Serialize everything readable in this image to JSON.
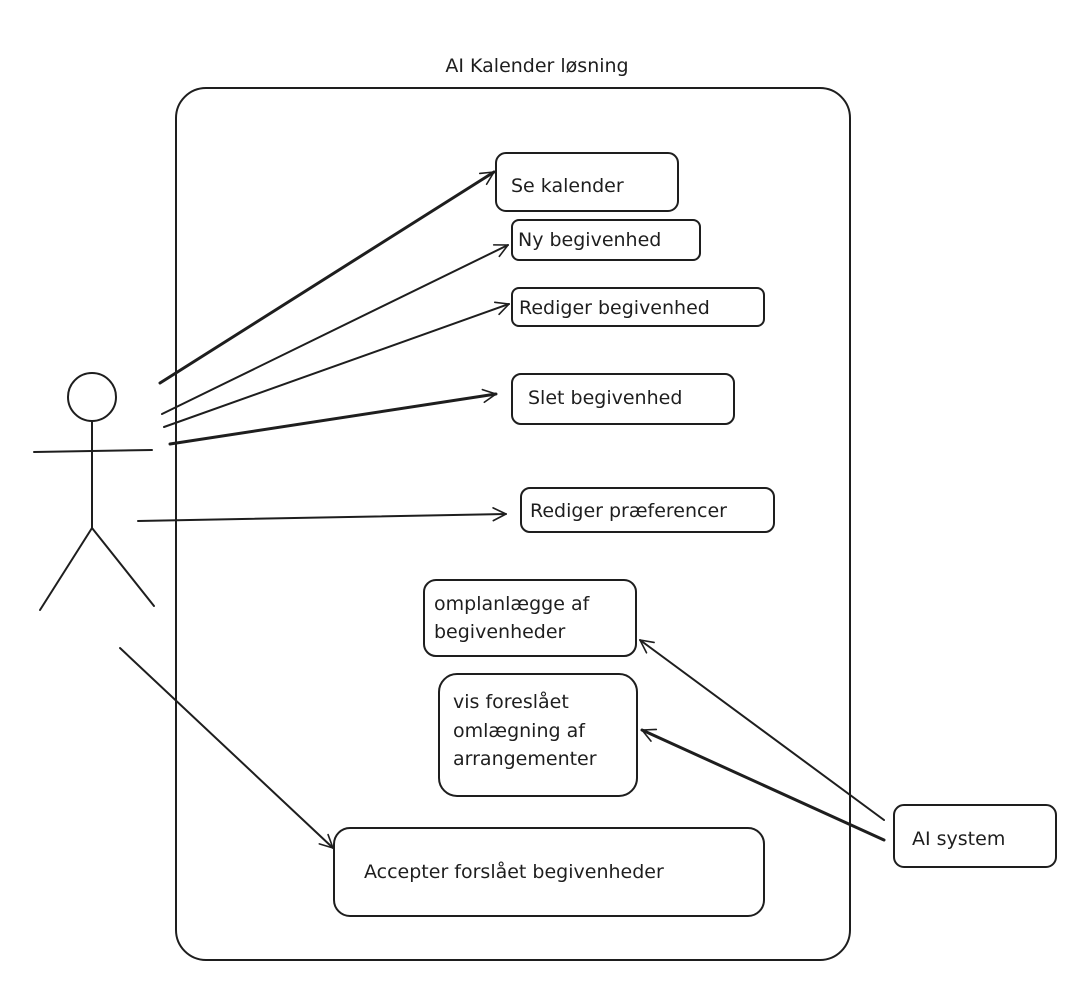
{
  "diagram": {
    "title": "AI Kalender løsning",
    "use_cases": [
      {
        "id": "se_kalender",
        "lines": [
          "Se kalender"
        ]
      },
      {
        "id": "ny_begivenhed",
        "lines": [
          "Ny begivenhed"
        ]
      },
      {
        "id": "rediger_begivenhed",
        "lines": [
          "Rediger begivenhed"
        ]
      },
      {
        "id": "slet_begivenhed",
        "lines": [
          "Slet begivenhed"
        ]
      },
      {
        "id": "rediger_praeferencer",
        "lines": [
          "Rediger præferencer"
        ]
      },
      {
        "id": "omplanlaegge",
        "lines": [
          "omplanlægge af",
          "begivenheder"
        ]
      },
      {
        "id": "vis_foreslaaet",
        "lines": [
          "vis foreslået",
          "omlægning af",
          "arrangementer"
        ]
      },
      {
        "id": "accepter",
        "lines": [
          "Accepter forslået begivenheder"
        ]
      }
    ],
    "actors": {
      "ai_system": "AI system"
    }
  }
}
